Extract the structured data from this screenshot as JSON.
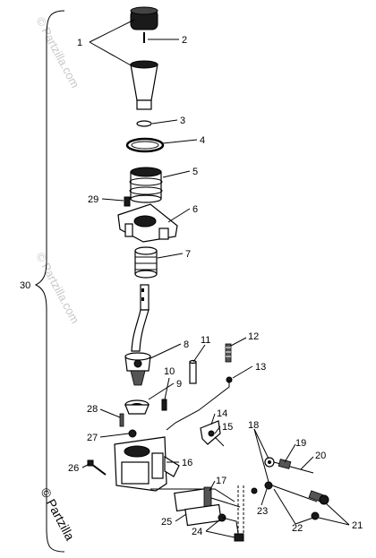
{
  "diagram": {
    "labels": [
      "1",
      "2",
      "3",
      "4",
      "5",
      "6",
      "7",
      "8",
      "9",
      "10",
      "11",
      "12",
      "13",
      "14",
      "15",
      "16",
      "17",
      "18",
      "19",
      "20",
      "21",
      "22",
      "23",
      "24",
      "25",
      "26",
      "27",
      "28",
      "29",
      "30"
    ]
  },
  "watermark": {
    "text": "© Partzilla.com",
    "corner_text": "© Partzilla"
  }
}
